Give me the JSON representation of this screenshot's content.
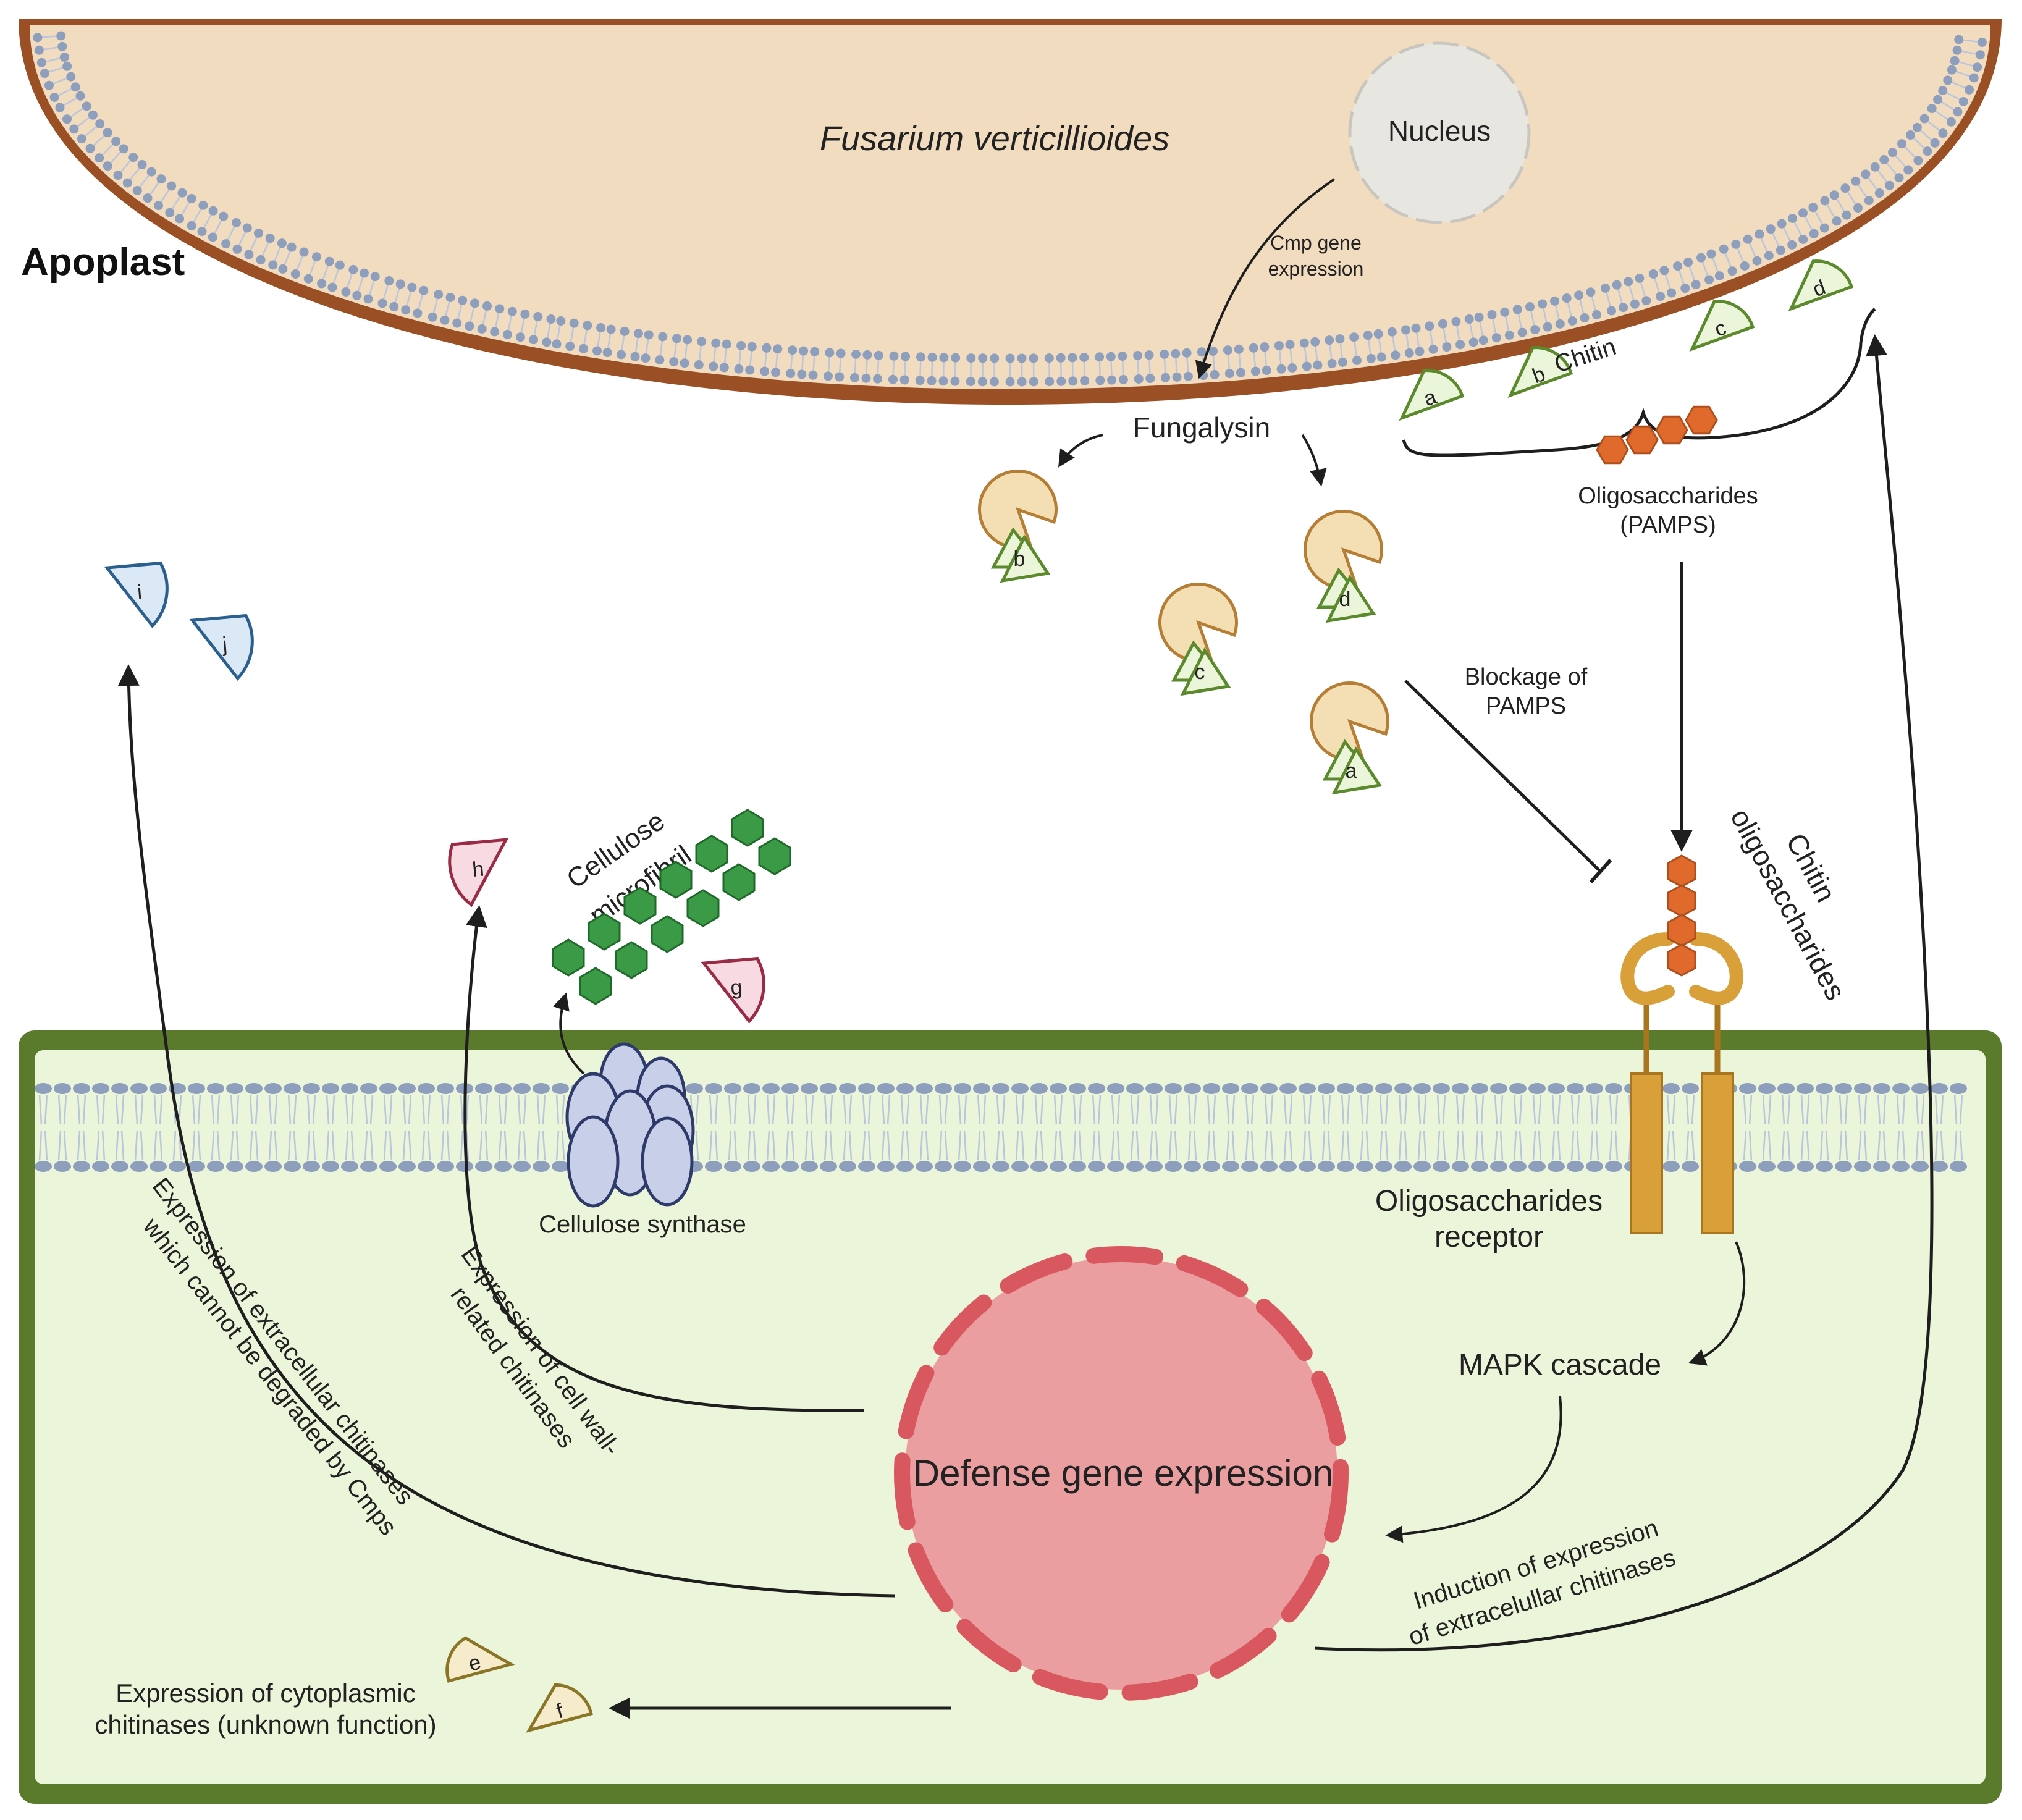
{
  "colors": {
    "fungus_fill": "#f2dcbf",
    "fungus_wall": "#9a4f24",
    "lipid_head": "#8e9fbd",
    "lipid_tail": "#b9c6dd",
    "cell_wall": "#5b7b2c",
    "cytoplasm": "#eaf5d9",
    "nucleus_fill": "#e8e6e1",
    "nucleus_stroke": "#c9c6c0",
    "chitinase_green_fill": "#eaf5d9",
    "chitinase_green_stroke": "#5a8a2c",
    "chitinase_blue_fill": "#dbe9f7",
    "chitinase_blue_stroke": "#2b5f8f",
    "chitinase_red_fill": "#f8dbe2",
    "chitinase_red_stroke": "#9b2a45",
    "chitinase_tan_fill": "#f6eccb",
    "chitinase_tan_stroke": "#8a7426",
    "fungalysin_fill": "#f3dfb3",
    "fungalysin_stroke": "#b67e35",
    "oligo_orange": "#e06a2c",
    "oligo_orange_stroke": "#b04f1c",
    "cellulose_green": "#3a9a46",
    "cellulose_green_stroke": "#1f6a29",
    "synthase_fill": "#c8cfe9",
    "synthase_stroke": "#2d3a6a",
    "receptor_fill": "#d9a03a",
    "receptor_stroke": "#a9761f",
    "defense_fill": "#ea9ea0",
    "defense_stroke": "#d9575e",
    "arrow": "#1e1e1e"
  },
  "labels": {
    "organism": "Fusarium verticillioides",
    "nucleus": "Nucleus",
    "apoplast": "Apoplast",
    "cmp_gene_line1": "Cmp gene",
    "cmp_gene_line2": "expression",
    "fungalysin": "Fungalysin",
    "chitin": "Chitin",
    "oligo_pamps_line1": "Oligosaccharides",
    "oligo_pamps_line2": "(PAMPS)",
    "blockage_line1": "Blockage of",
    "blockage_line2": "PAMPS",
    "chitin_oligo_line1": "Chitin",
    "chitin_oligo_line2": "oligosaccharides",
    "cellulose_line1": "Cellulose",
    "cellulose_line2": "microfibril",
    "cellulose_synthase": "Cellulose synthase",
    "receptor_line1": "Oligosaccharides",
    "receptor_line2": "receptor",
    "mapk": "MAPK cascade",
    "defense": "Defense gene expression",
    "induction_line1": "Induction of expression",
    "induction_line2": "of extracelullar chitinases",
    "cellwall_chit_line1": "Expression of cell wall-",
    "cellwall_chit_line2": "related chitinases",
    "extracell_line1": "Expression of extracellular chitinases",
    "extracell_line2": "which cannot be degraded by Cmps",
    "cytoplasmic_line1": "Expression of cytoplasmic",
    "cytoplasmic_line2": "chitinases (unknown function)"
  },
  "chitinases": {
    "membrane": [
      {
        "letter": "a"
      },
      {
        "letter": "b"
      },
      {
        "letter": "c"
      },
      {
        "letter": "d"
      }
    ],
    "bound": [
      {
        "letter": "b"
      },
      {
        "letter": "d"
      },
      {
        "letter": "c"
      },
      {
        "letter": "a"
      }
    ],
    "blue": [
      {
        "letter": "i"
      },
      {
        "letter": "j"
      }
    ],
    "red": [
      {
        "letter": "h"
      },
      {
        "letter": "g"
      }
    ],
    "tan": [
      {
        "letter": "e"
      },
      {
        "letter": "f"
      }
    ]
  }
}
